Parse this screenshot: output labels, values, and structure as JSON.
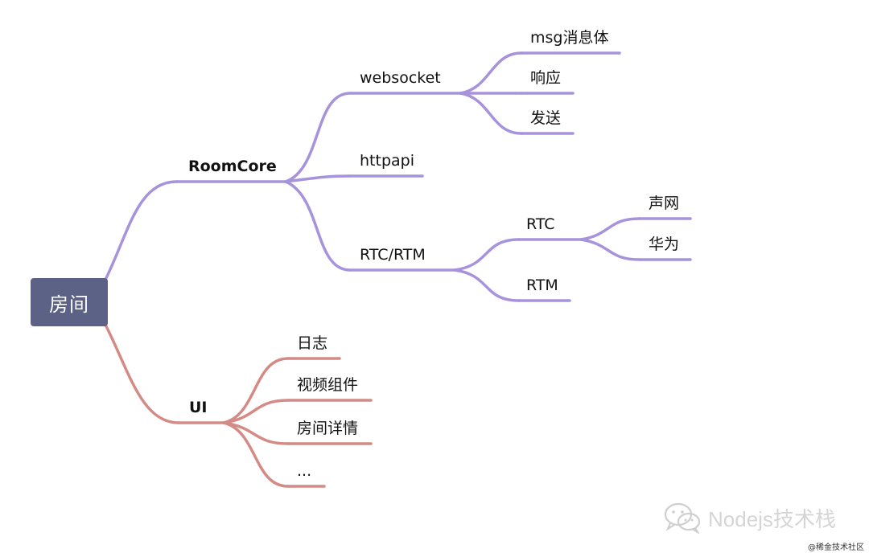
{
  "colors": {
    "root_fill": "#5c6186",
    "purple_branch": "#a793dc",
    "red_branch": "#d48a85",
    "watermark": "#d5d5d5"
  },
  "mindmap": {
    "root": "房间",
    "roomcore": {
      "label": "RoomCore",
      "websocket": {
        "label": "websocket",
        "children": [
          "msg消息体",
          "响应",
          "发送"
        ]
      },
      "httpapi": {
        "label": "httpapi"
      },
      "rtcrtm": {
        "label": "RTC/RTM",
        "rtc": {
          "label": "RTC",
          "children": [
            "声网",
            "华为"
          ]
        },
        "rtm": {
          "label": "RTM"
        }
      }
    },
    "ui": {
      "label": "UI",
      "children": [
        "日志",
        "视频组件",
        "房间详情",
        "..."
      ]
    }
  },
  "watermark": {
    "text": "Nodejs技术栈",
    "icon": "wechat-icon"
  },
  "credit": "@稀金技术社区"
}
